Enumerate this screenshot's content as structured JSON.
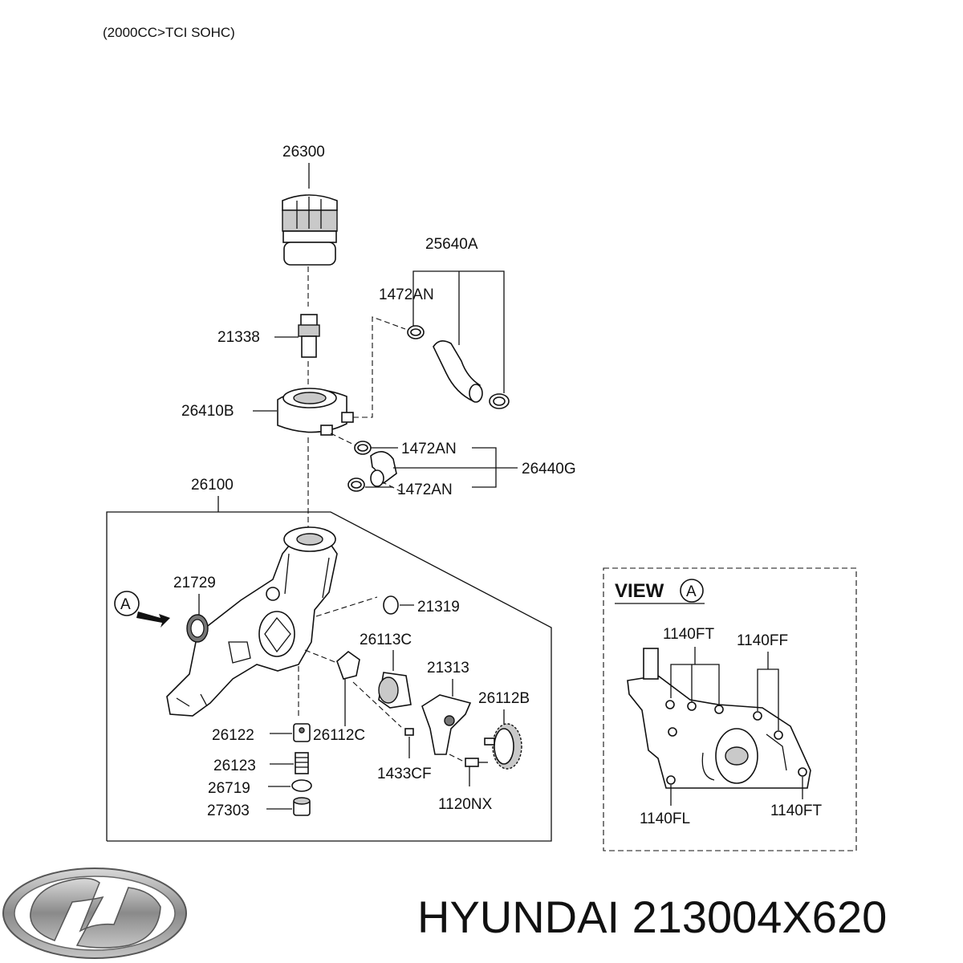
{
  "header": {
    "variant": "(2000CC>TCI SOHC)"
  },
  "parts": {
    "oil_filter": "26300",
    "fitting": "21338",
    "oil_cooler": "26410B",
    "hose_assy_upper": "25640A",
    "clamp_upper": "1472AN",
    "clamp_lower_1": "1472AN",
    "clamp_lower_2": "1472AN",
    "hose_lower": "26440G",
    "oil_pump_assy": "26100",
    "seal": "21729",
    "o_ring": "21319",
    "rotor_outer": "26113C",
    "cover": "21313",
    "gear": "26112B",
    "plunger": "26122",
    "rotor_inner": "26112C",
    "spring": "26123",
    "gasket": "26719",
    "plug": "27303",
    "pin": "1433CF",
    "bolt": "1120NX"
  },
  "view": {
    "title": "VIEW",
    "marker": "A",
    "bolt_top_left": "1140FT",
    "bolt_top_right": "1140FF",
    "bolt_bottom_left": "1140FL",
    "bolt_bottom_right": "1140FT"
  },
  "view_marker": "A",
  "brand": {
    "logo": "hyundai-logo",
    "text": "HYUNDAI 213004X620"
  }
}
